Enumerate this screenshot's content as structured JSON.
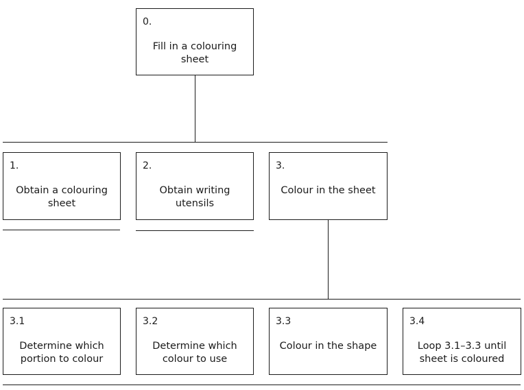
{
  "nodes": [
    {
      "id": "0",
      "number": "0.",
      "label": "Fill in a colouring sheet"
    },
    {
      "id": "1",
      "number": "1.",
      "label": "Obtain a colouring sheet"
    },
    {
      "id": "2",
      "number": "2.",
      "label": "Obtain writing utensils"
    },
    {
      "id": "3",
      "number": "3.",
      "label": "Colour in the sheet"
    },
    {
      "id": "3-1",
      "number": "3.1",
      "label": "Determine which portion to colour"
    },
    {
      "id": "3-2",
      "number": "3.2",
      "label": "Determine which colour to use"
    },
    {
      "id": "3-3",
      "number": "3.3",
      "label": "Colour in the shape"
    },
    {
      "id": "3-4",
      "number": "3.4",
      "label": "Loop 3.1–3.3 until sheet is coloured"
    }
  ],
  "edges": [
    {
      "from": "0",
      "to": [
        "1",
        "2",
        "3"
      ]
    },
    {
      "from": "3",
      "to": [
        "3-1",
        "3-2",
        "3-3",
        "3-4"
      ]
    }
  ]
}
